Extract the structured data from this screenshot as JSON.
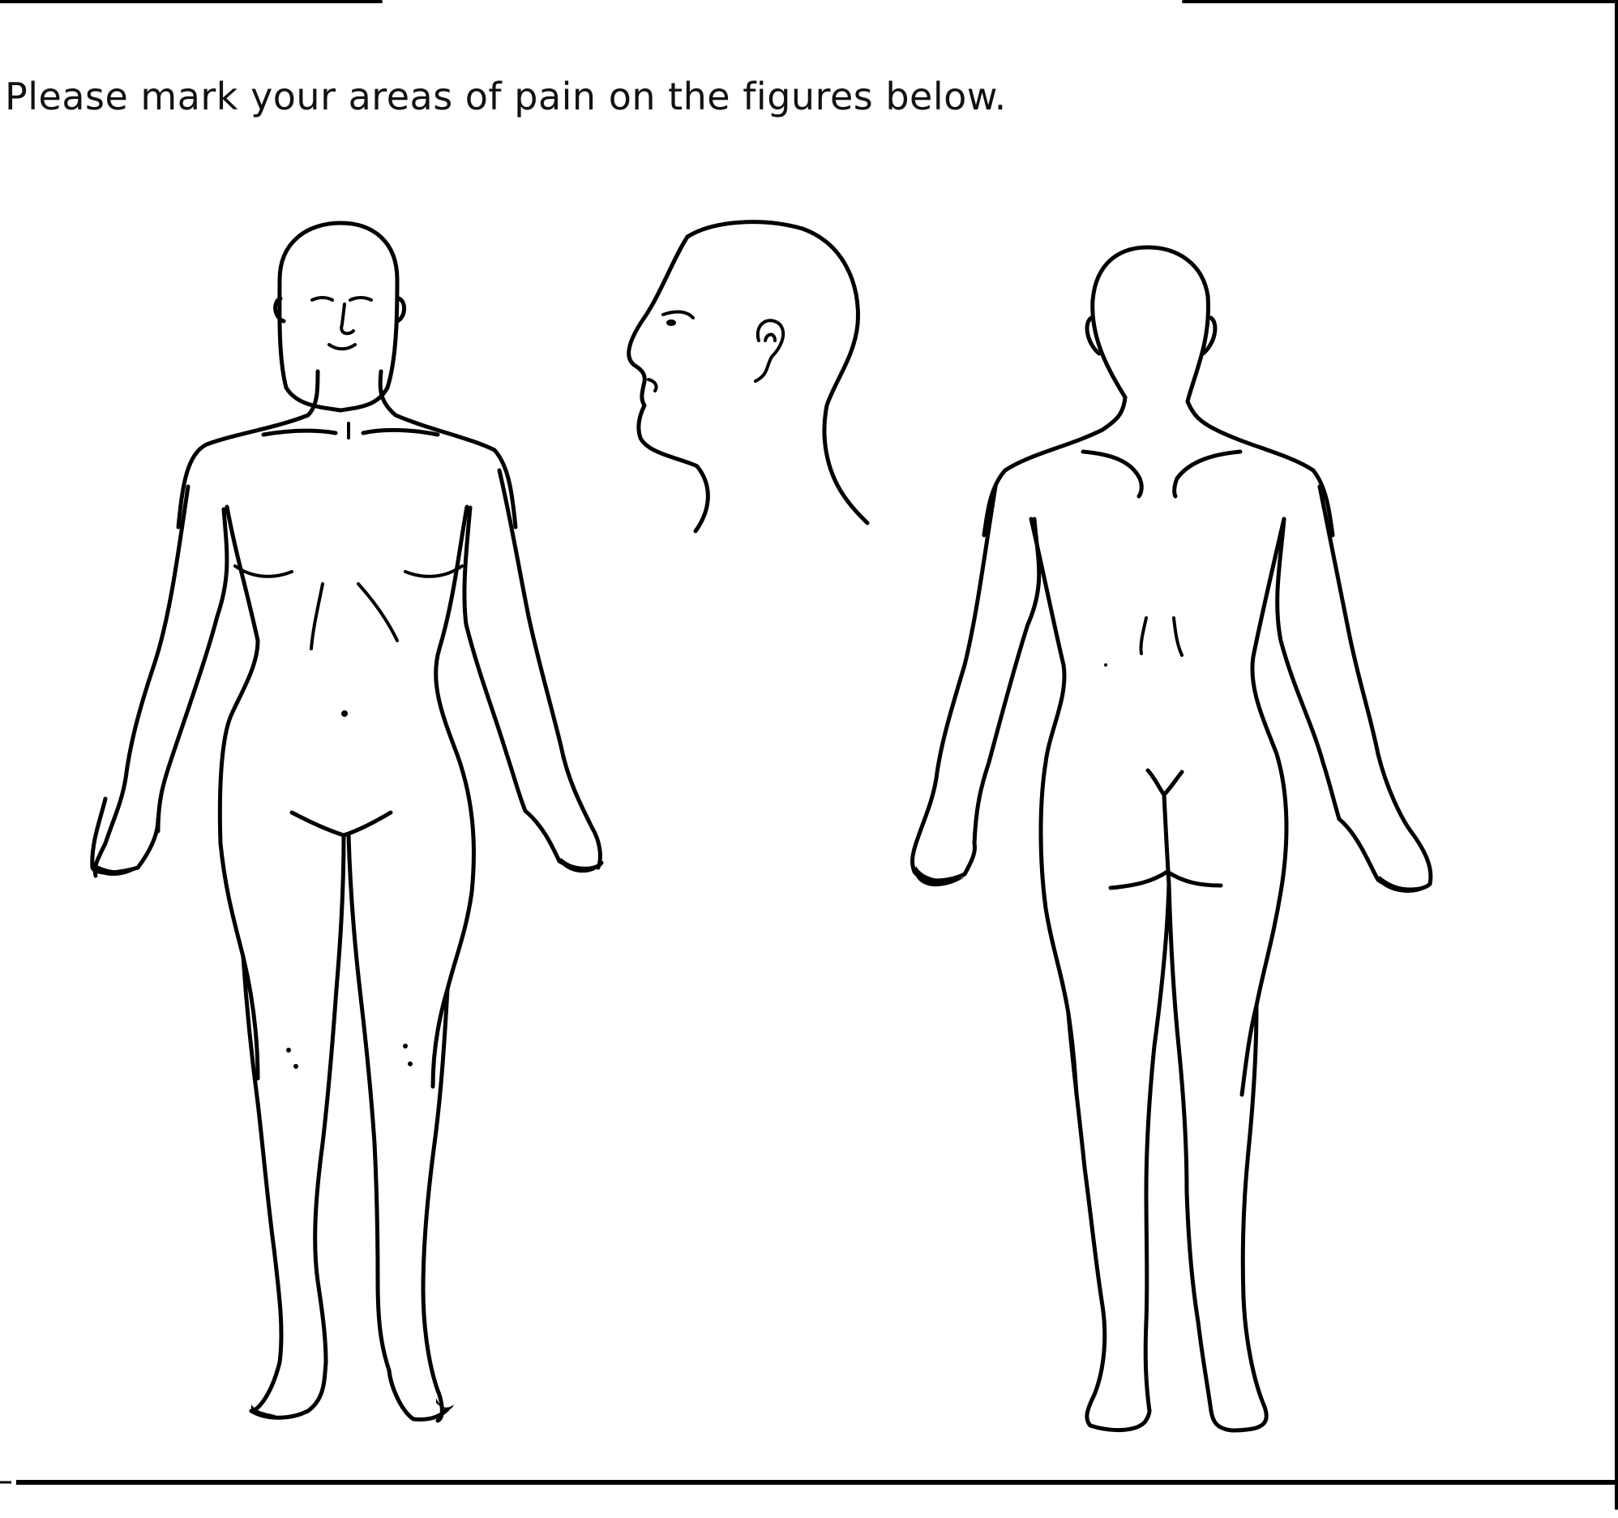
{
  "form": {
    "instruction": "Please mark your areas of pain on the figures below."
  },
  "figures": {
    "front": "front-body-figure",
    "side_head": "head-profile-figure",
    "back": "back-body-figure"
  },
  "colors": {
    "ink": "#000000",
    "paper": "#ffffff"
  }
}
